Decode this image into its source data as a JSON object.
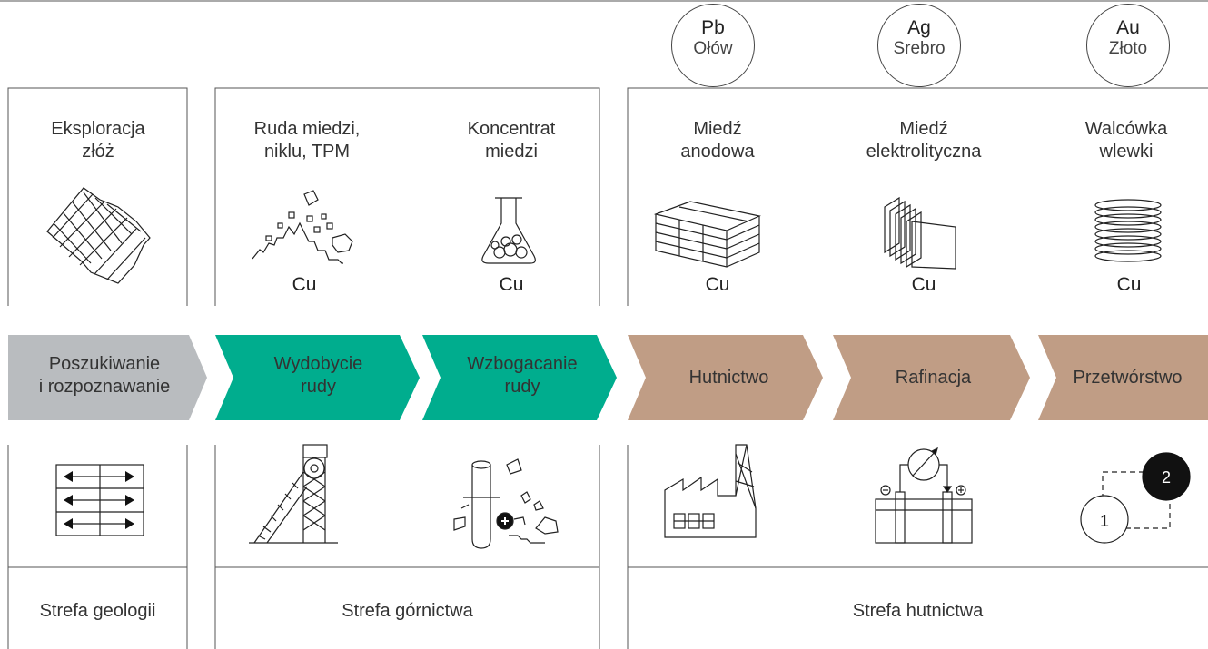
{
  "top_labels": {
    "exploration": "Eksploracja\nzłóż",
    "ore": "Ruda miedzi,\nniklu, TPM",
    "concentrate": "Koncentrat\nmiedzi",
    "anode_copper": "Miedź\nanodowa",
    "electro_copper": "Miedź\nelektrolityczna",
    "rod": "Walcówka\nwlewki"
  },
  "element_symbol": "Cu",
  "metals": [
    {
      "symbol": "Pb",
      "name": "Ołów"
    },
    {
      "symbol": "Ag",
      "name": "Srebro"
    },
    {
      "symbol": "Au",
      "name": "Złoto"
    }
  ],
  "process_steps": [
    {
      "label": "Poszukiwanie\ni rozpoznawanie",
      "color": "#b9bcbf"
    },
    {
      "label": "Wydobycie\nrudy",
      "color": "#00ad8e"
    },
    {
      "label": "Wzbogacanie\nrudy",
      "color": "#00ad8e"
    },
    {
      "label": "Hutnictwo",
      "color": "#c09d85"
    },
    {
      "label": "Rafinacja",
      "color": "#c09d85"
    },
    {
      "label": "Przetwórstwo",
      "color": "#c09d85"
    }
  ],
  "zones": {
    "geology": "Strefa geologii",
    "mining": "Strefa górnictwa",
    "metallurgy": "Strefa hutnictwa"
  },
  "icon_numbers": {
    "one": "1",
    "two": "2"
  },
  "colors": {
    "grey": "#b9bcbf",
    "green": "#00ad8e",
    "brown": "#c09d85",
    "line": "#444444"
  }
}
